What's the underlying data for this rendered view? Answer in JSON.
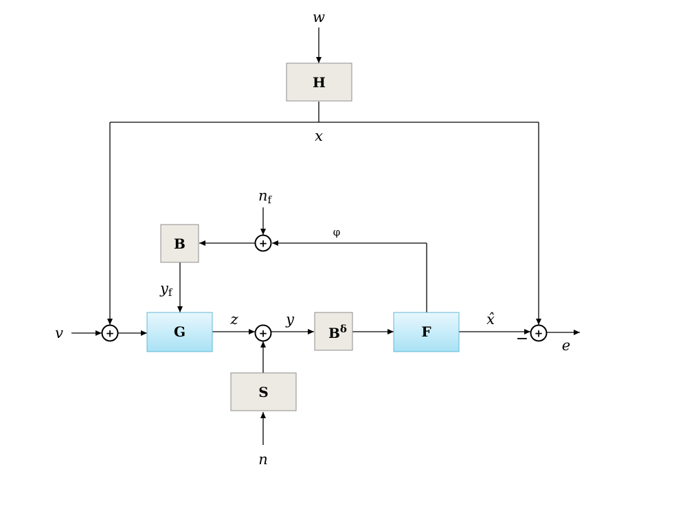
{
  "blocks": {
    "H": "H",
    "B": "B",
    "G": "G",
    "Bdelta": "B",
    "Bdelta_sup": "δ",
    "S": "S",
    "F": "F"
  },
  "signals": {
    "w": "w",
    "x": "x",
    "v": "v",
    "nf": "n",
    "nf_sub": "f",
    "yf": "y",
    "yf_sub": "f",
    "z": "z",
    "y": "y",
    "n": "n",
    "phi": "φ",
    "xhat": "x̂",
    "e": "e"
  },
  "sum_symbol": "+",
  "minus_sign": "−",
  "colors": {
    "gray_block_fill": "#eceae2",
    "gray_block_stroke": "#8c8c8c",
    "blue_block_fill_top": "#e8f7fd",
    "blue_block_fill_bottom": "#a9e2f5",
    "blue_block_stroke": "#5fb8d6"
  }
}
